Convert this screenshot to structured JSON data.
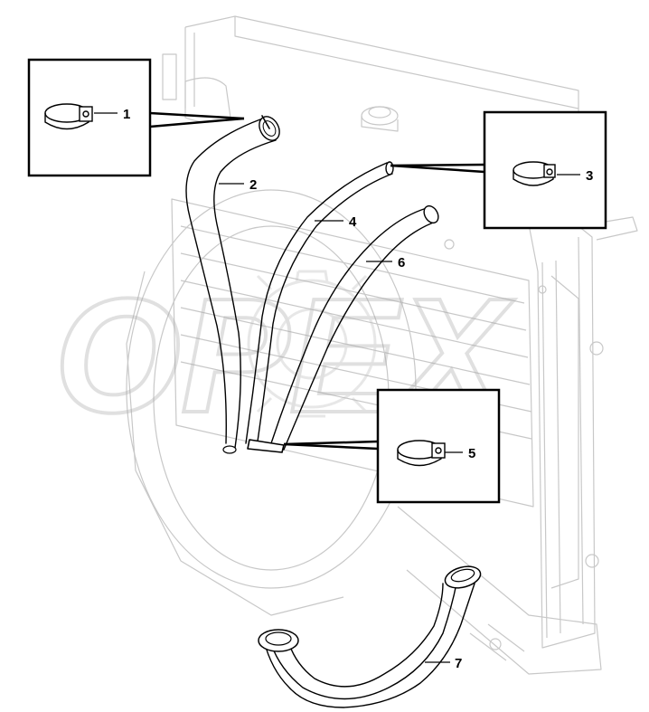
{
  "diagram": {
    "watermark": "OPEX",
    "callouts": [
      {
        "id": "1",
        "label": "1"
      },
      {
        "id": "2",
        "label": "2"
      },
      {
        "id": "3",
        "label": "3"
      },
      {
        "id": "4",
        "label": "4"
      },
      {
        "id": "5",
        "label": "5"
      },
      {
        "id": "6",
        "label": "6"
      },
      {
        "id": "7",
        "label": "7"
      }
    ],
    "parts": [
      {
        "part": "hose-clamp",
        "icon": "hose-clamp-icon",
        "callouts": [
          "1",
          "3",
          "5"
        ]
      },
      {
        "part": "hose",
        "callouts": [
          "2",
          "4",
          "6",
          "7"
        ]
      }
    ]
  }
}
